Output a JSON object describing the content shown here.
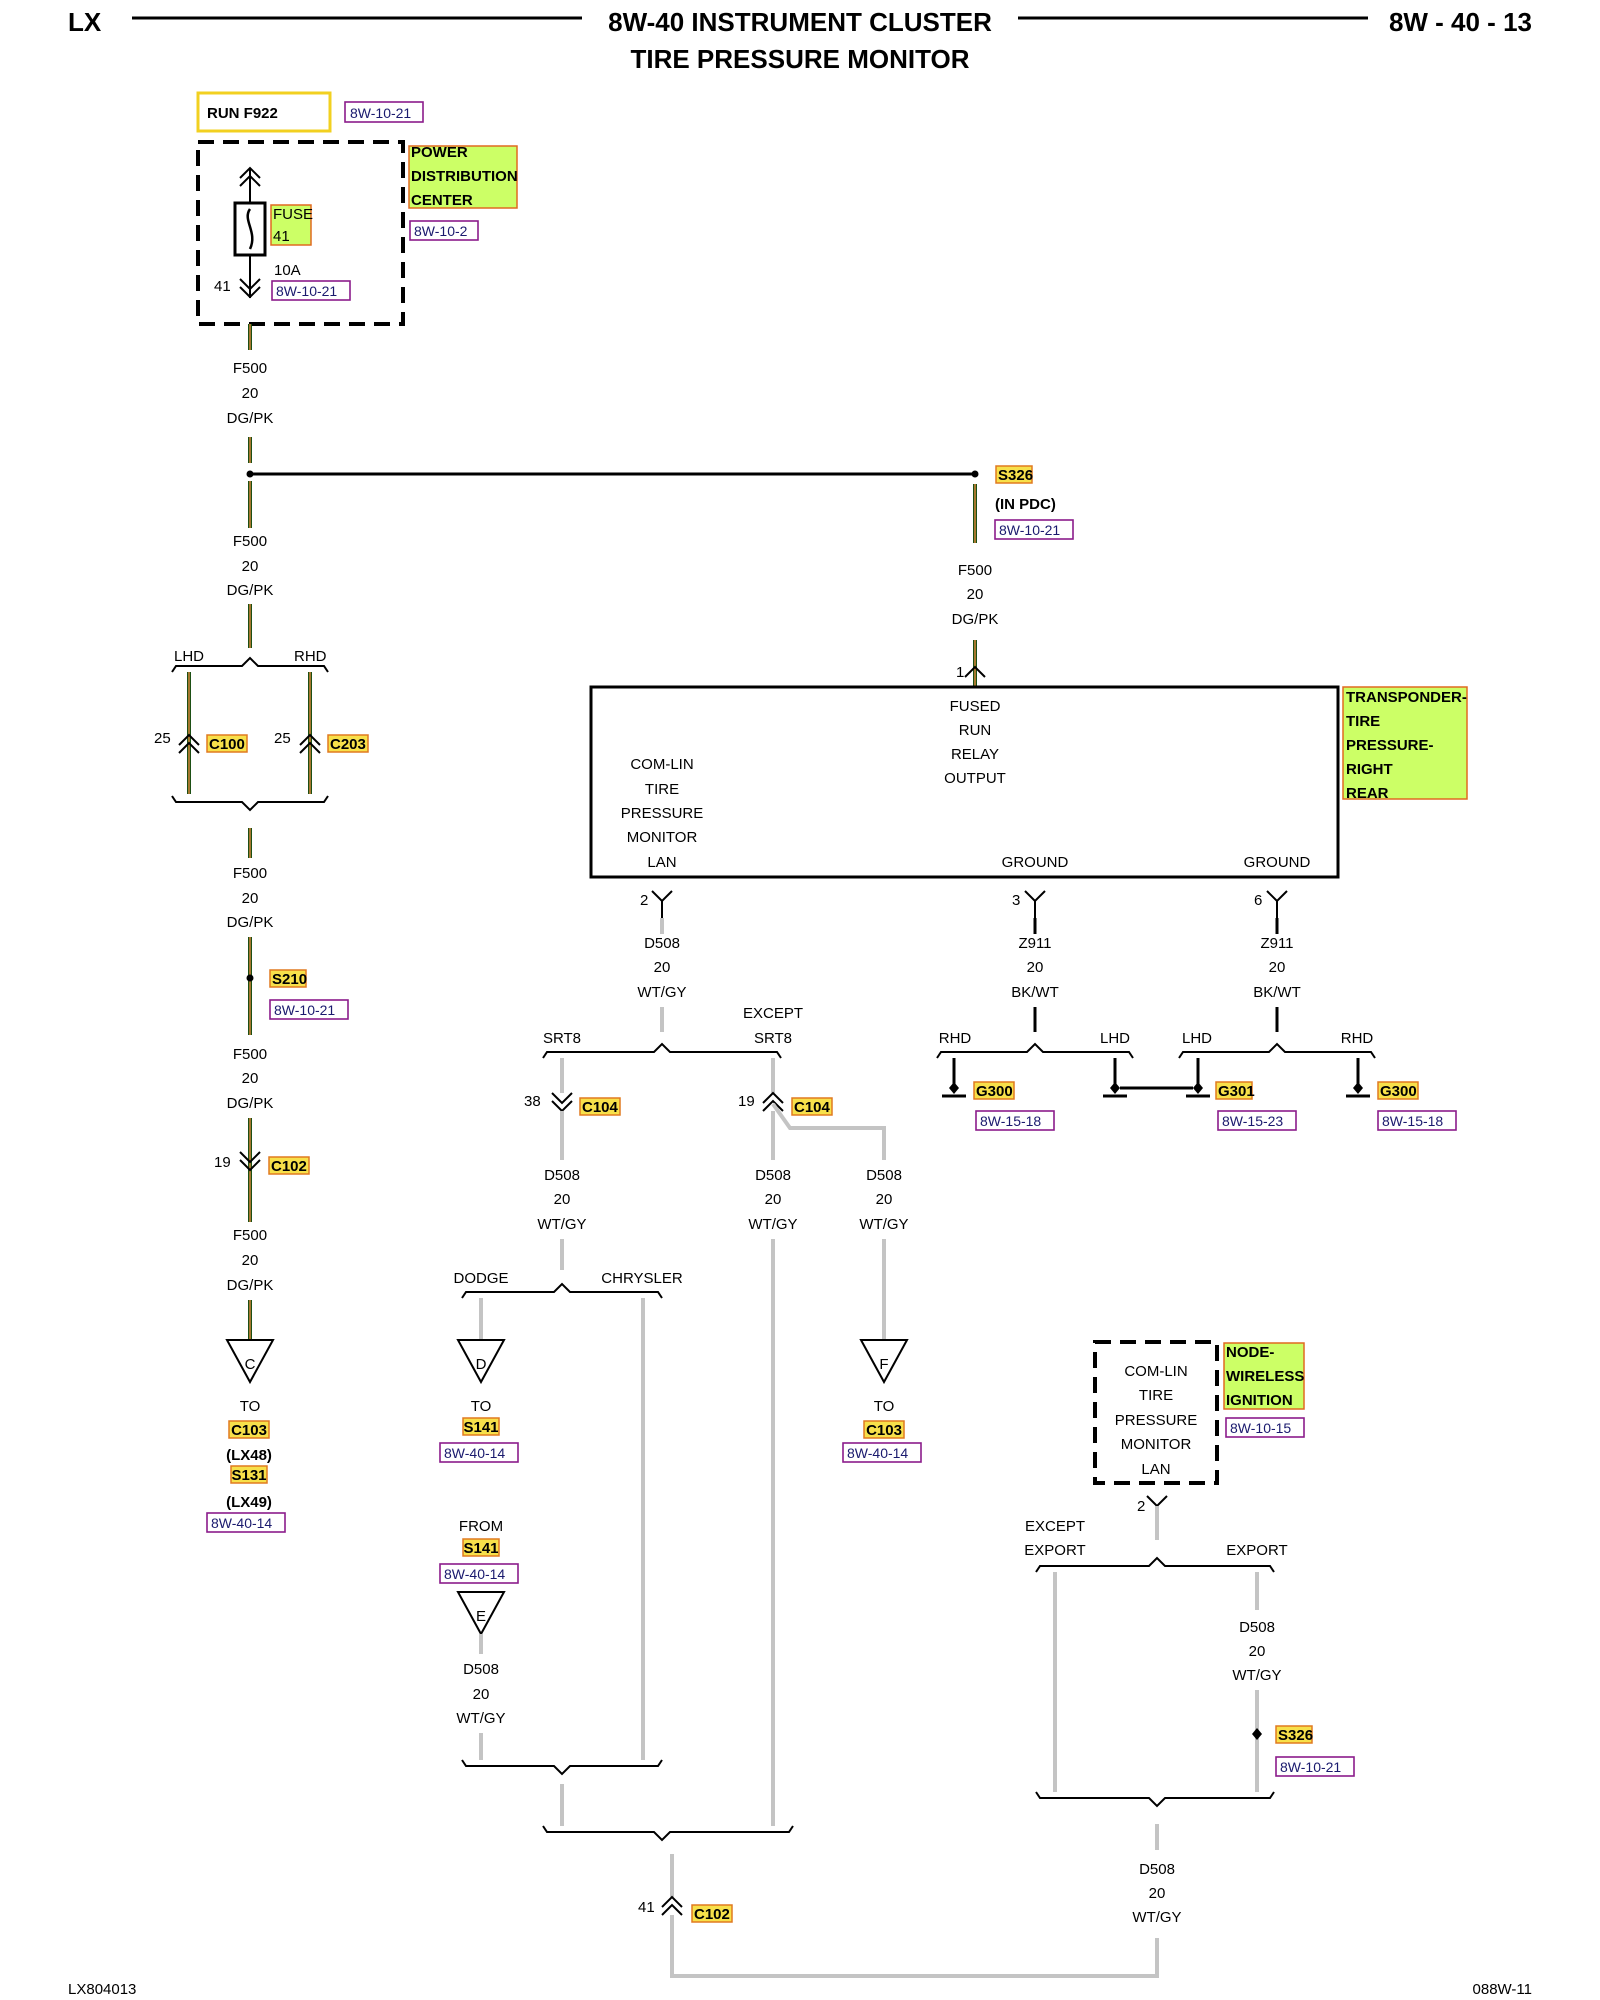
{
  "header": {
    "left": "LX",
    "title_line1": "8W-40 INSTRUMENT CLUSTER",
    "title_line2": "TIRE PRESSURE MONITOR",
    "page": "8W - 40 - 13"
  },
  "footer": {
    "left": "LX804013",
    "right": "088W-11"
  },
  "fuse": {
    "run_label": "RUN F922",
    "run_ref": "8W-10-21",
    "pdc_line1": "POWER",
    "pdc_line2": "DISTRIBUTION",
    "pdc_line3": "CENTER",
    "pdc_ref": "8W-10-2",
    "fuse_line1": "FUSE",
    "fuse_line2": "41",
    "rating": "10A",
    "cavity": "41",
    "fuse_ref": "8W-10-21"
  },
  "wires": {
    "f500": "F500",
    "g20": "20",
    "dgpk": "DG/PK",
    "d508": "D508",
    "wtgy": "WT/GY",
    "z911": "Z911",
    "bkwt": "BK/WT"
  },
  "splices": {
    "s326": "S326",
    "s326_note": "(IN PDC)",
    "s326_ref": "8W-10-21",
    "s210": "S210",
    "s210_ref": "8W-10-21",
    "s326b": "S326",
    "s326b_ref": "8W-10-21"
  },
  "connectors": {
    "lhd": "LHD",
    "rhd": "RHD",
    "c100": "C100",
    "c100_pin": "25",
    "c203": "C203",
    "c203_pin": "25",
    "c102": "C102",
    "c102_pin": "19",
    "c102b": "C102",
    "c102b_pin": "41",
    "c104a": "C104",
    "c104a_pin": "38",
    "c104b": "C104",
    "c104b_pin": "19"
  },
  "transponder": {
    "name_line1": "TRANSPONDER-",
    "name_line2": "TIRE",
    "name_line3": "PRESSURE-",
    "name_line4": "RIGHT",
    "name_line5": "REAR",
    "fused_1": "FUSED",
    "fused_2": "RUN",
    "fused_3": "RELAY",
    "fused_4": "OUTPUT",
    "com_1": "COM-LIN",
    "com_2": "TIRE",
    "com_3": "PRESSURE",
    "com_4": "MONITOR",
    "com_5": "LAN",
    "ground_a": "GROUND",
    "ground_b": "GROUND",
    "pin1": "1",
    "pin2": "2",
    "pin3": "3",
    "pin6": "6"
  },
  "variants": {
    "srt8": "SRT8",
    "except": "EXCEPT",
    "srt8b": "SRT8",
    "dodge": "DODGE",
    "chrysler": "CHRYSLER",
    "rhd_a": "RHD",
    "lhd_a": "LHD",
    "lhd_b": "LHD",
    "rhd_b": "RHD",
    "except_exp1": "EXCEPT",
    "except_exp2": "EXPORT",
    "export": "EXPORT"
  },
  "grounds": {
    "g300a": "G300",
    "g300a_ref": "8W-15-18",
    "g301": "G301",
    "g301_ref": "8W-15-23",
    "g300b": "G300",
    "g300b_ref": "8W-15-18"
  },
  "offpage": {
    "c_letter": "C",
    "c_to": "TO",
    "c_conn": "C103",
    "c_lx48": "(LX48)",
    "c_s131": "S131",
    "c_lx49": "(LX49)",
    "c_ref": "8W-40-14",
    "d_letter": "D",
    "d_to": "TO",
    "d_conn": "S141",
    "d_ref": "8W-40-14",
    "f_letter": "F",
    "f_to": "TO",
    "f_conn": "C103",
    "f_ref": "8W-40-14",
    "e_letter": "E",
    "e_from": "FROM",
    "e_conn": "S141",
    "e_ref": "8W-40-14"
  },
  "wireless_node": {
    "name_line1": "NODE-",
    "name_line2": "WIRELESS",
    "name_line3": "IGNITION",
    "ref": "8W-10-15",
    "com_1": "COM-LIN",
    "com_2": "TIRE",
    "com_3": "PRESSURE",
    "com_4": "MONITOR",
    "com_5": "LAN",
    "pin": "2"
  }
}
